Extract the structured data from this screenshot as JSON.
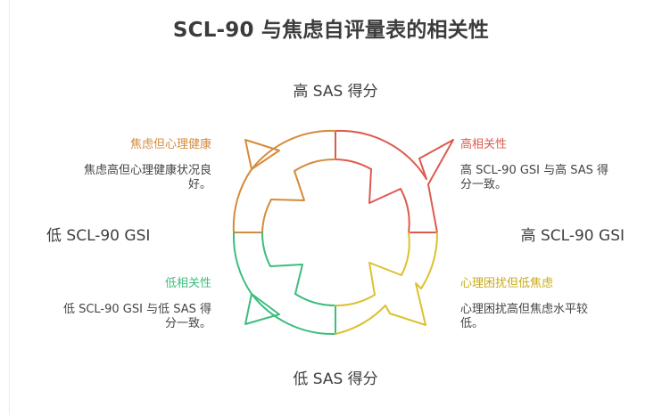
{
  "title": "SCL-90 与焦虑自评量表的相关性",
  "axes": {
    "top": "高 SAS 得分",
    "bottom": "低 SAS 得分",
    "left": "低 SCL-90 GSI",
    "right": "高 SCL-90 GSI"
  },
  "quadrants": {
    "top_left": {
      "title": "焦虑但心理健康",
      "desc_line1": "焦虑高但心理健康状况良",
      "desc_line2": "好。",
      "color": "#d58b3c"
    },
    "top_right": {
      "title": "高相关性",
      "desc_line1": "高 SCL-90 GSI 与高 SAS 得",
      "desc_line2": "分一致。",
      "color": "#dd5a4e"
    },
    "bottom_left": {
      "title": "低相关性",
      "desc_line1": "低 SCL-90 GSI 与低 SAS 得",
      "desc_line2": "分一致。",
      "color": "#3dbd7d"
    },
    "bottom_right": {
      "title": "心理困扰但低焦虑",
      "desc_line1": "心理困扰高但焦虑水平较",
      "desc_line2": "低。",
      "color": "#dcc12f"
    }
  }
}
